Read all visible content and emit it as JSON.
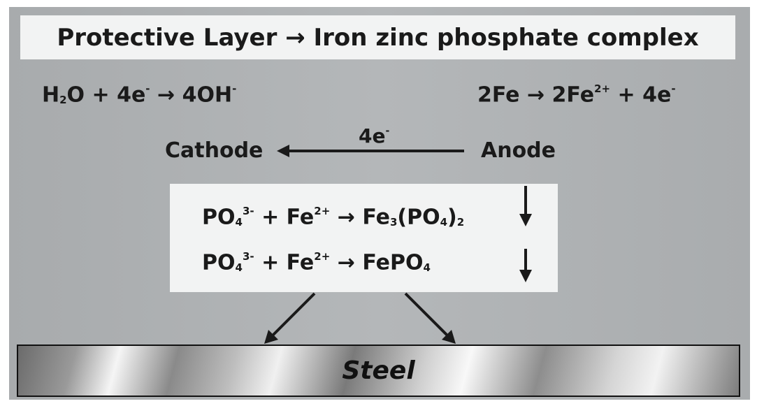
{
  "title": "Protective Layer → Iron zinc phosphate complex",
  "cathode_reaction": {
    "reactant1": "H",
    "reactant1_sub": "2",
    "reactant1_tail": "O + 4e",
    "electron_charge": "-",
    "arrow": "→",
    "product": "4OH",
    "product_charge": "-"
  },
  "anode_reaction": {
    "reactant": "2Fe",
    "arrow": "→",
    "product": "2Fe",
    "product_charge": "2+",
    "tail": "+ 4e",
    "tail_charge": "-"
  },
  "electron_flow": {
    "from": "Anode",
    "to": "Cathode",
    "label": "4e",
    "label_charge": "-"
  },
  "precipitation": [
    {
      "ion": "PO",
      "ion_sub": "4",
      "ion_charge": "3-",
      "plus": "+ Fe",
      "metal_charge": "2+",
      "arrow": "→",
      "product_parts": [
        "Fe",
        "3",
        "(PO",
        "4",
        ")",
        "2"
      ]
    },
    {
      "ion": "PO",
      "ion_sub": "4",
      "ion_charge": "3-",
      "plus": "+ Fe",
      "metal_charge": "2+",
      "arrow": "→",
      "product_parts": [
        "FePO",
        "4"
      ]
    }
  ],
  "substrate": "Steel"
}
